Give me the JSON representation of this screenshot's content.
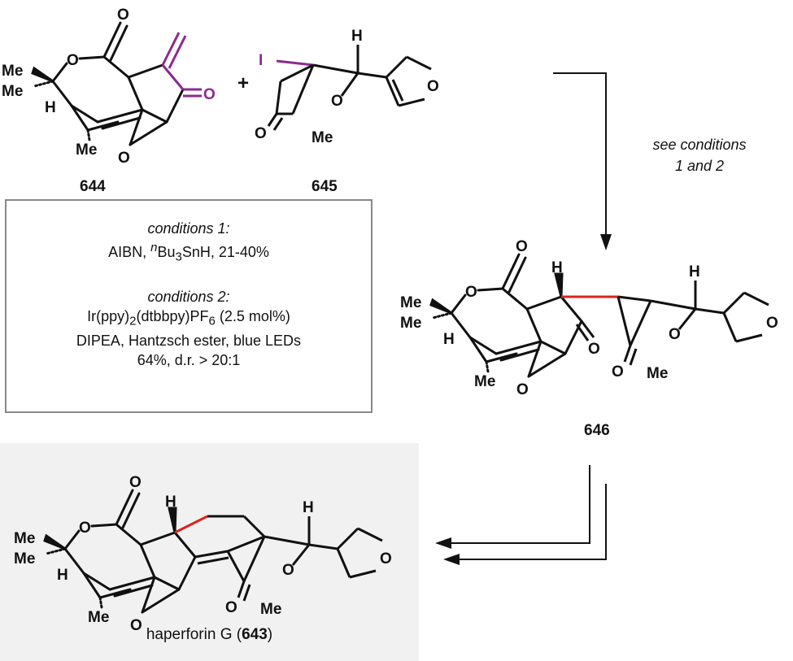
{
  "compounds": {
    "c644": {
      "id": "644",
      "labels": {
        "me1": "Me",
        "me2": "Me",
        "h": "H",
        "me3": "Me",
        "o_ring": "O",
        "o_carbonyl": "O",
        "o_epox": "O",
        "o_ketone": "O"
      }
    },
    "c645": {
      "id": "645",
      "labels": {
        "i": "I",
        "h": "H",
        "o_ring": "O",
        "o_carbonyl": "O",
        "me": "Me",
        "o_furan": "O"
      }
    },
    "c646": {
      "id": "646",
      "labels": {
        "me1": "Me",
        "me2": "Me",
        "h": "H",
        "me3": "Me",
        "o_ring": "O",
        "o_carbonyl": "O",
        "o_epox": "O",
        "o_ketone": "O",
        "h2": "H",
        "h3": "H",
        "o_lac": "O",
        "o_lac_co": "O",
        "me4": "Me",
        "o_furan": "O"
      }
    },
    "c643": {
      "name": "haperforin G (",
      "id": "643",
      "close": ")",
      "labels": {
        "me1": "Me",
        "me2": "Me",
        "h": "H",
        "me3": "Me",
        "o_ring": "O",
        "o_carbonyl": "O",
        "o_epox": "O",
        "h2": "H",
        "h3": "H",
        "o_lac": "O",
        "o_lac_co": "O",
        "me4": "Me",
        "o_furan": "O"
      }
    }
  },
  "plus": "+",
  "arrow_label": {
    "line1": "see conditions",
    "line2": "1 and 2"
  },
  "conditions": {
    "c1_title": "conditions 1:",
    "c1_line_a": "AIBN, ",
    "c1_sup": "n",
    "c1_line_b": "Bu",
    "c1_sub": "3",
    "c1_line_c": "SnH, 21-40%",
    "c2_title": "conditions 2:",
    "c2_l1_a": "Ir(ppy)",
    "c2_l1_sub1": "2",
    "c2_l1_b": "(dtbbpy)PF",
    "c2_l1_sub2": "6",
    "c2_l1_c": " (2.5 mol%)",
    "c2_line2": "DIPEA, Hantzsch ester, blue LEDs",
    "c2_line3": "64%, d.r. > 20:1"
  },
  "colors": {
    "new_bond": "#e0201b",
    "radical_acceptor": "#8b2a8f",
    "box_border": "#888888",
    "product_bg": "#f1f1f1"
  }
}
